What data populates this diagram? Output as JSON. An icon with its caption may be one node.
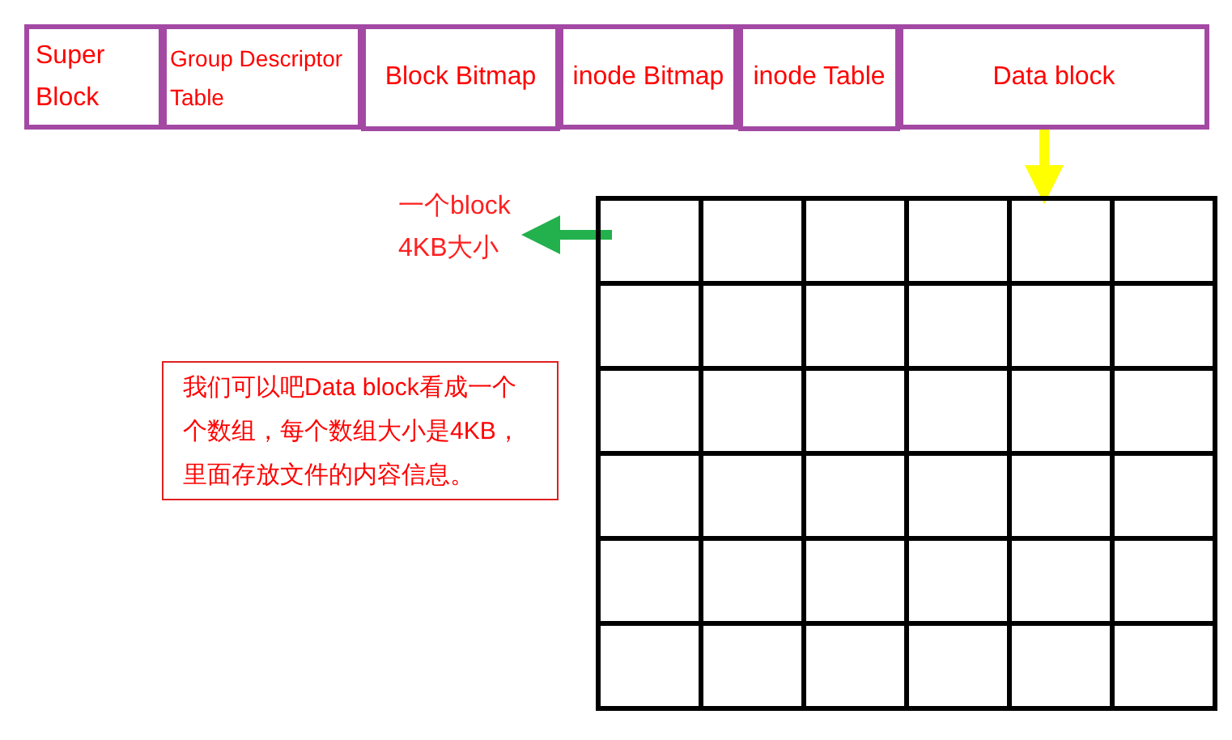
{
  "diagram": {
    "nodes": [
      {
        "text": [
          "Super Block"
        ]
      },
      {
        "text": [
          "Group Descriptor Table"
        ]
      },
      {
        "text": [
          "Block Bitmap"
        ]
      },
      {
        "text": [
          "inode Bitmap"
        ]
      },
      {
        "text": [
          "inode Table"
        ]
      },
      {
        "text": [
          "Data block"
        ]
      },
      {
        "text": [],
        "shape": "grid"
      },
      {
        "text": [
          "一个block 4KB大小"
        ]
      },
      {
        "text": [
          "我们可以吧Data block看成一个个数组，每个数组大小是4KB，里面存放文件的内容信息。"
        ]
      }
    ],
    "edges": [
      {
        "from": 5,
        "to": 6,
        "arrow": "to",
        "color": "#ffff00"
      },
      {
        "from": 6,
        "to": 7,
        "arrow": "to",
        "color": "#22b14c"
      }
    ]
  }
}
